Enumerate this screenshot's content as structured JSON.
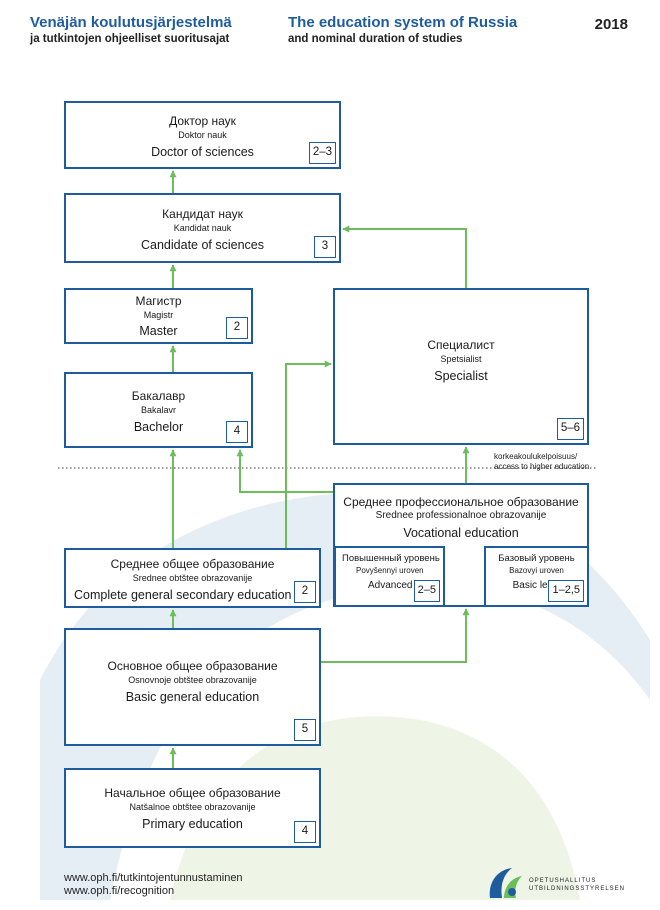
{
  "header": {
    "fi_title": "Venäjän koulutusjärjestelmä",
    "fi_subtitle": "ja tutkintojen ohjeelliset suoritusajat",
    "en_title": "The education system of Russia",
    "en_subtitle": "and nominal duration of studies",
    "year": "2018"
  },
  "boxes": {
    "doctor": {
      "ru": "Доктор наук",
      "translit": "Doktor nauk",
      "en": "Doctor of sciences",
      "duration": "2–3"
    },
    "candidate": {
      "ru": "Кандидат наук",
      "translit": "Kandidat nauk",
      "en": "Candidate of sciences",
      "duration": "3"
    },
    "master": {
      "ru": "Магистр",
      "translit": "Magistr",
      "en": "Master",
      "duration": "2"
    },
    "specialist": {
      "ru": "Специалист",
      "translit": "Spetsialist",
      "en": "Specialist",
      "duration": "5–6"
    },
    "bachelor": {
      "ru": "Бакалавр",
      "translit": "Bakalavr",
      "en": "Bachelor",
      "duration": "4"
    },
    "vocational": {
      "ru": "Среднее профессиональное образование",
      "translit": "Srednee professionalnoe obrazovanije",
      "en": "Vocational education",
      "advanced": {
        "ru": "Повышенный уровень",
        "translit": "Povyšennyi uroven",
        "en": "Advanced",
        "duration": "2–5"
      },
      "basic": {
        "ru": "Базовый уровень",
        "translit": "Bazovyi uroven",
        "en": "Basic level",
        "duration": "1–2,5"
      }
    },
    "secondary": {
      "ru": "Среднее общее образование",
      "translit": "Srednee obtštee obrazovanije",
      "en": "Complete general secondary education",
      "duration": "2"
    },
    "basic_general": {
      "ru": "Основное общее образование",
      "translit": "Osnovnoje obtštee obrazovanije",
      "en": "Basic general education",
      "duration": "5"
    },
    "primary": {
      "ru": "Начальное общее образование",
      "translit": "Natšalnoe obtštee obrazovanije",
      "en": "Primary education",
      "duration": "4"
    }
  },
  "access_note": {
    "fi": "korkeakoulukelpoisuus/",
    "en": "access to higher education"
  },
  "footer": {
    "link_fi": "www.oph.fi/tutkintojentunnustaminen",
    "link_en": "www.oph.fi/recognition",
    "org_fi": "OPETUSHALLITUS",
    "org_sv": "UTBILDNINGSSTYRELSEN"
  },
  "colors": {
    "box_border": "#1f5c9e",
    "arrow": "#6cbd5c",
    "title": "#1f5c9e",
    "watermark_blue": "#d5e3ef",
    "watermark_green": "#e2efd7"
  }
}
